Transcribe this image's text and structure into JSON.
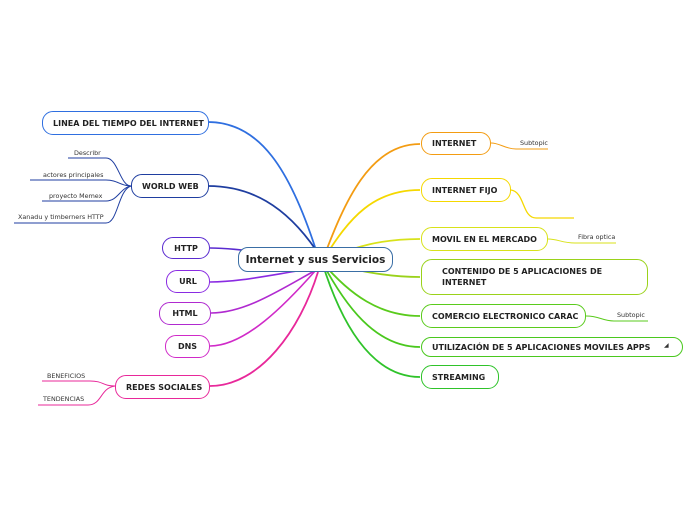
{
  "central": {
    "label": "Internet y sus Servicios"
  },
  "right_topics": [
    {
      "label": "INTERNET",
      "subtopic": "Subtopic"
    },
    {
      "label": "INTERNET FIJO"
    },
    {
      "label": "MOVIL EN EL MERCADO",
      "subtopic": "Fibra optica"
    },
    {
      "label": "CONTENIDO DE 5 APLICACIONES DE INTERNET"
    },
    {
      "label": "COMERCIO ELECTRONICO CARAC",
      "subtopic": "Subtopic"
    },
    {
      "label": "UTILIZACIÓN DE 5 APLICACIONES MOVILES APPS",
      "toggle_icon": "expand-triangle-icon"
    },
    {
      "label": "STREAMING"
    }
  ],
  "left_topics": [
    {
      "label": "LINEA DEL TIEMPO DEL INTERNET"
    },
    {
      "label": "WORLD WEB",
      "subtopics": [
        "Describr",
        "actores principales",
        "proyecto Memex",
        "Xanadu y timberners HTTP"
      ]
    },
    {
      "label": "HTTP"
    },
    {
      "label": "URL"
    },
    {
      "label": "HTML"
    },
    {
      "label": "DNS"
    },
    {
      "label": "REDES SOCIALES",
      "subtopics": [
        "BENEFICIOS",
        "TENDENCIAS"
      ]
    }
  ],
  "colors": {
    "central_border": "#3a6ea5",
    "internet": "#f39c12",
    "internet_fijo": "#f5d800",
    "movil": "#d8e21a",
    "contenido": "#9ad21a",
    "comercio": "#5acb1c",
    "utilizacion": "#4ac81e",
    "streaming": "#2fc32a",
    "linea": "#2f6fe0",
    "world_web": "#1f3ea0",
    "http": "#5a2bd0",
    "url": "#8a2be2",
    "html": "#b02ad0",
    "dns": "#d02ac8",
    "redes": "#e8289a"
  }
}
